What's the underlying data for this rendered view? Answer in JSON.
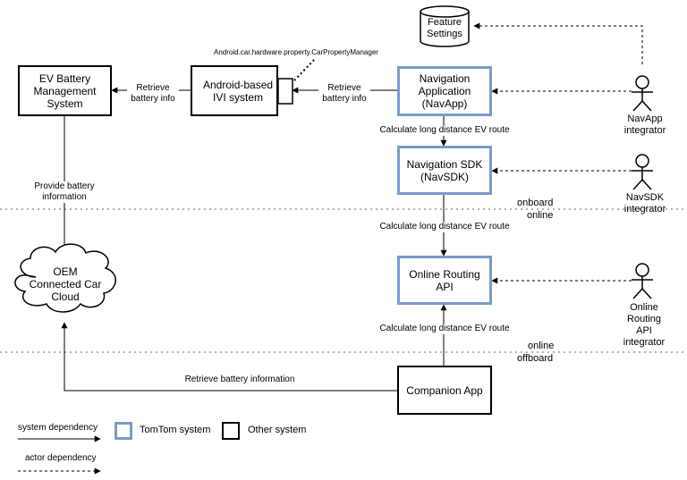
{
  "nodes": {
    "ev_battery": "EV Battery\nManagement System",
    "ivi": "Android-based\nIVI system",
    "car_property_manager": "Android.car.hardware.property.CarPropertyManager",
    "feature_settings": "Feature\nSettings",
    "nav_app": "Navigation\nApplication\n(NavApp)",
    "nav_sdk": "Navigation SDK\n(NavSDK)",
    "routing_api": "Online Routing API",
    "companion_app": "Companion App",
    "oem_cloud": "OEM\nConnected Car\nCloud"
  },
  "edges": {
    "retrieve_battery_info_1": "Retrieve\nbattery info",
    "retrieve_battery_info_2": "Retrieve\nbattery info",
    "provide_battery_information": "Provide battery information",
    "calc_route_1": "Calculate long distance EV route",
    "calc_route_2": "Calculate long distance EV route",
    "calc_route_3": "Calculate long distance EV route",
    "retrieve_battery_information": "Retrieve battery information"
  },
  "boundaries": {
    "onboard_online_top": "onboard",
    "onboard_online_bottom": "online",
    "online_offboard_top": "online",
    "online_offboard_bottom": "offboard"
  },
  "actors": {
    "navapp_integrator": "NavApp\nintegrator",
    "navsdk_integrator": "NavSDK\nintegrator",
    "routing_integrator": "Online Routing API\nintegrator"
  },
  "legend": {
    "system_dependency": "system dependency",
    "actor_dependency": "actor dependency",
    "tomtom_system": "TomTom system",
    "other_system": "Other system"
  },
  "colors": {
    "tomtom_border": "#7b9bc9",
    "other_border": "#000000"
  }
}
